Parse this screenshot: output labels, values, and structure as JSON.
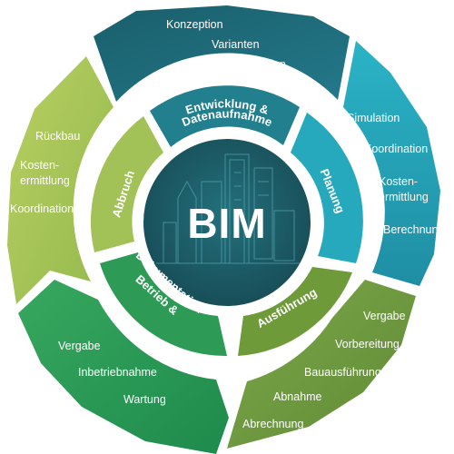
{
  "center": {
    "label": "BIM"
  },
  "phases": [
    {
      "id": "entwicklung",
      "label_lines": [
        "Entwicklung &",
        "Datenaufnahme"
      ],
      "color": "#1f6d78",
      "inner_color": "#2a8a97",
      "items": [
        "Konzeption",
        "Varianten",
        "Design"
      ]
    },
    {
      "id": "planung",
      "label_lines": [
        "Planung"
      ],
      "color": "#2aa3b6",
      "inner_color": "#27a9bd",
      "items": [
        "Simulation",
        "Koordination",
        "Kosten-\nermittlung",
        "Berechnung"
      ]
    },
    {
      "id": "ausfuehrung",
      "label_lines": [
        "Ausführung"
      ],
      "color": "#7a9c46",
      "inner_color": "#6f9a3a",
      "items": [
        "Vergabe",
        "Vorbereitung",
        "Bauausführung",
        "Abnahme",
        "Abrechnung"
      ]
    },
    {
      "id": "betrieb",
      "label_lines": [
        "Betrieb &",
        "Dokumentation"
      ],
      "color": "#2f9a55",
      "inner_color": "#2d9a55",
      "items": [
        "Vergabe",
        "Inbetriebnahme",
        "Wartung"
      ]
    },
    {
      "id": "abbruch",
      "label_lines": [
        "Abbruch"
      ],
      "color": "#a9c45a",
      "inner_color": "#a2c157",
      "items": [
        "Rückbau",
        "Kosten-\nermittlung",
        "Koordination"
      ]
    }
  ],
  "colors": {
    "center": "#1b5560",
    "center_ring": "#ffffff",
    "text": "#ffffff"
  }
}
